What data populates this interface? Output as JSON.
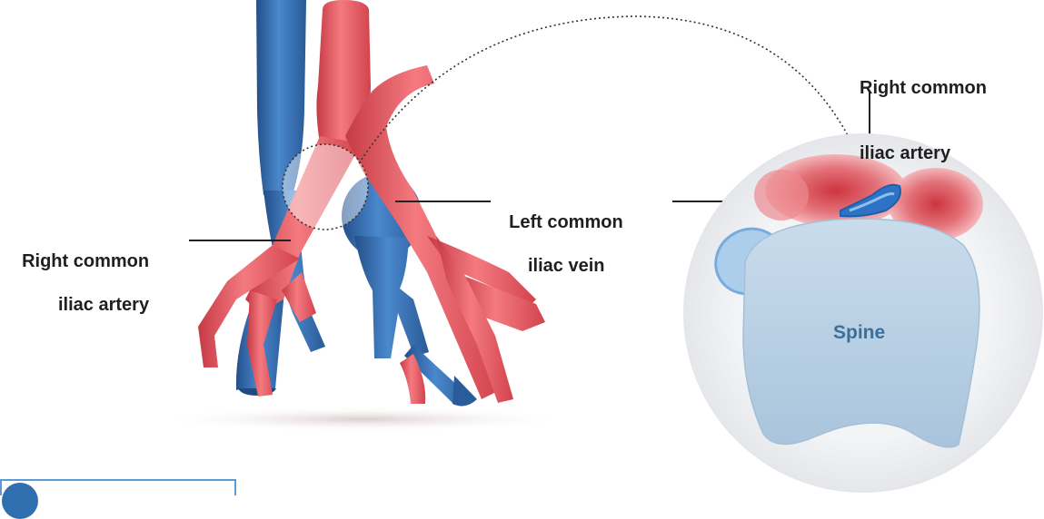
{
  "labels": {
    "right_artery_left_line1": "Right common",
    "right_artery_left_line2": "iliac artery",
    "left_vein_line1": "Left common",
    "left_vein_line2": "iliac vein",
    "right_artery_right_line1": "Right common",
    "right_artery_right_line2": "iliac artery",
    "spine": "Spine"
  },
  "colors": {
    "artery": "#e0505a",
    "vein": "#2f6eb5",
    "spine": "#bcd3e6",
    "background": "#ffffff"
  }
}
